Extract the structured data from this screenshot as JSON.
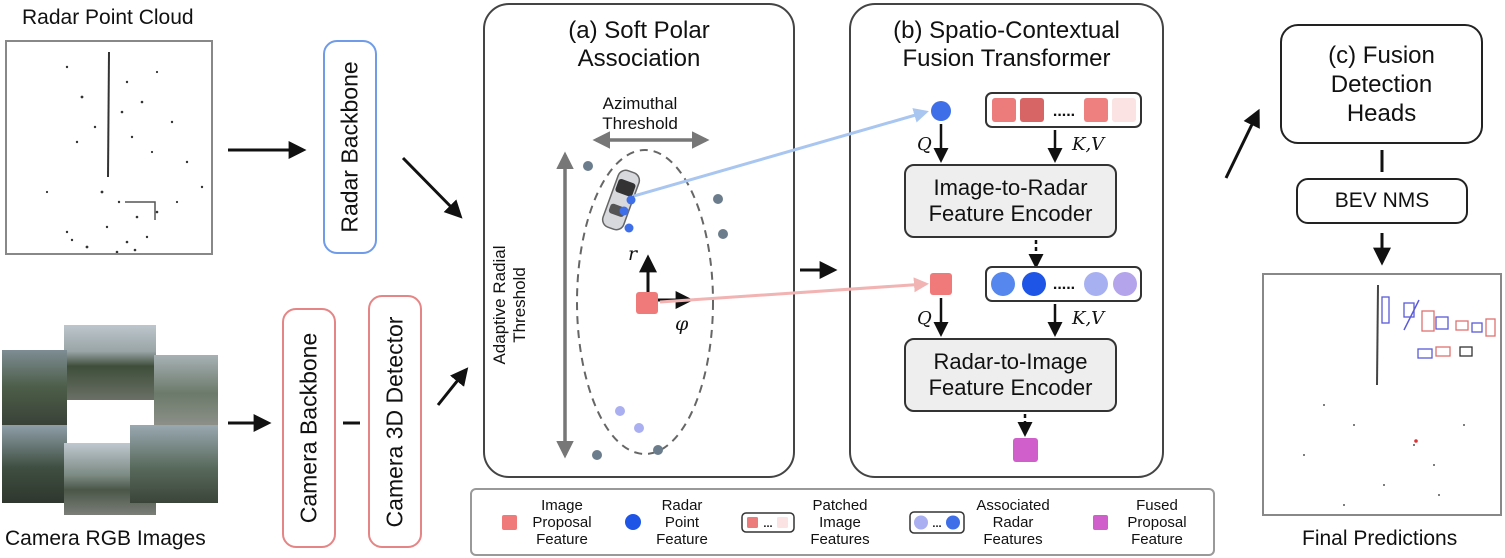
{
  "inputs": {
    "radar_title": "Radar Point Cloud",
    "camera_title": "Camera RGB Images"
  },
  "backbones": {
    "radar_backbone": "Radar Backbone",
    "camera_backbone": "Camera Backbone",
    "camera_detector": "Camera 3D Detector"
  },
  "panel_a": {
    "title": "(a) Soft Polar\nAssociation",
    "azimuthal": "Azimuthal\nThreshold",
    "radial": "Adaptive Radial\nThreshold",
    "r_symbol": "r",
    "phi_symbol": "φ"
  },
  "panel_b": {
    "title": "(b) Spatio-Contextual\nFusion Transformer",
    "encoder1": "Image-to-Radar\nFeature Encoder",
    "encoder2": "Radar-to-Image\nFeature Encoder",
    "q_label": "Q",
    "kv_label": "K,V",
    "dots": "....."
  },
  "panel_c": {
    "title": "(c) Fusion\nDetection\nHeads",
    "nms": "BEV NMS",
    "final": "Final Predictions"
  },
  "legend": {
    "items": [
      {
        "label": "Image\nProposal\nFeature"
      },
      {
        "label": "Radar\nPoint\nFeature"
      },
      {
        "label": "Patched\nImage\nFeatures"
      },
      {
        "label": "Associated\nRadar\nFeatures"
      },
      {
        "label": "Fused\nProposal\nFeature"
      }
    ],
    "dots": "..."
  },
  "colors": {
    "radar_blue": "#3f6fe8",
    "radar_light": "#a9aff0",
    "image_red": "#f07a7a",
    "fused_magenta": "#d05fcc",
    "radar_border": "#6f9be8",
    "camera_border": "#e58585"
  }
}
